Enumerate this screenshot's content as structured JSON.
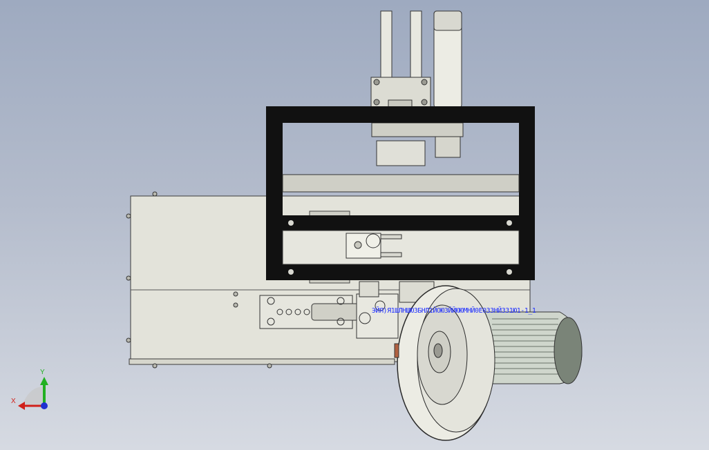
{
  "viewport": {
    "background_top": "#9eaac0",
    "background_bottom": "#d6dae2"
  },
  "model": {
    "annotation_text": "ЭЙЯ)Я1ШЛНШЮЗБНЛ1ЙОЮЗЙЙЮЮМНЙ0Е0ЗЗНЙЗЗ1Ю1-1_1"
  },
  "triad": {
    "x_label": "X",
    "y_label": "Y",
    "x_color": "#d0201a",
    "y_color": "#22b022",
    "z_color": "#2030d0"
  },
  "colors": {
    "frame": "#111111",
    "part_light": "#e4e4dc",
    "part_edge": "#3a3a3a",
    "motor": "#cfd6cc",
    "motor_cap": "#7a8478"
  }
}
